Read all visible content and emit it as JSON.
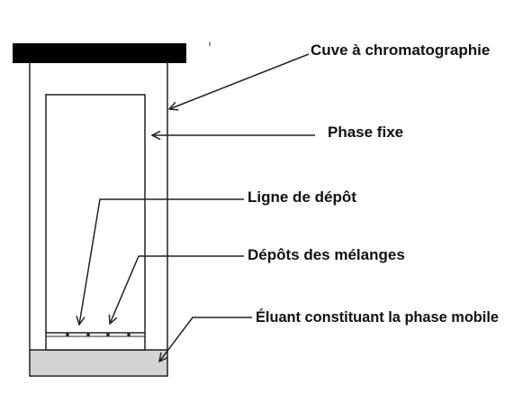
{
  "labels": {
    "tank": "Cuve à chromatographie",
    "stationary_phase": "Phase fixe",
    "deposit_line": "Ligne de dépôt",
    "mixture_deposits": "Dépôts des mélanges",
    "eluent": "Éluant constituant la phase mobile"
  },
  "colors": {
    "lid": "#000000",
    "eluent": "#d4d4d4",
    "line": "#222222"
  }
}
